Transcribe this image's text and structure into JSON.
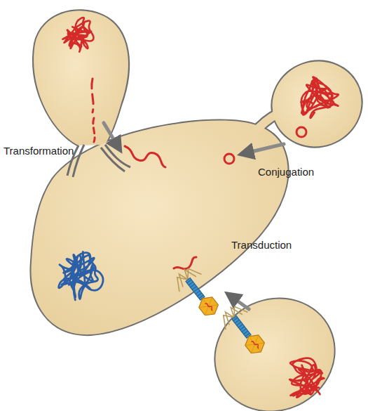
{
  "diagram": {
    "labels": [
      "Transformation",
      "Conjugation",
      "Transduction"
    ]
  }
}
